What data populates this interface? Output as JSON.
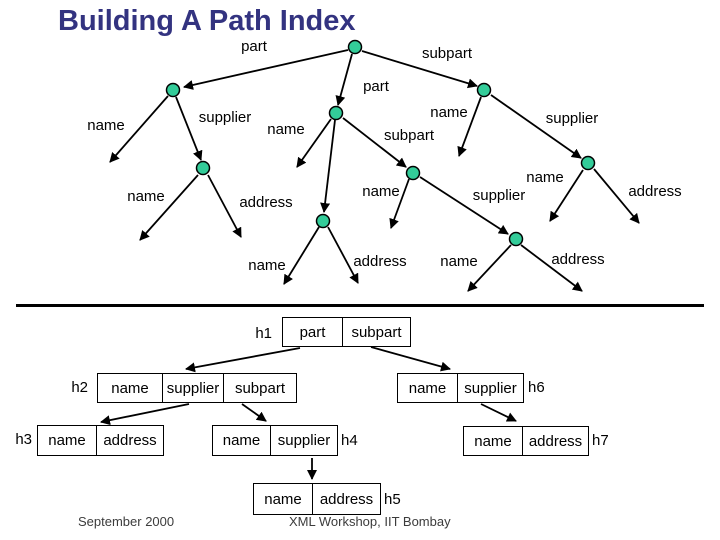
{
  "slide": {
    "title": "Building A Path Index"
  },
  "colors": {
    "title": "#333380",
    "node_fill": "#33cc99",
    "edge": "#000000"
  },
  "tree": {
    "description": "XML data tree with labeled edges and unlabeled leaf arrows",
    "edges": [
      {
        "label": "part"
      },
      {
        "label": "subpart"
      },
      {
        "label": "part"
      },
      {
        "label": "name"
      },
      {
        "label": "supplier"
      },
      {
        "label": "name"
      },
      {
        "label": "supplier"
      },
      {
        "label": "name"
      },
      {
        "label": "subpart"
      },
      {
        "label": "name"
      },
      {
        "label": "address"
      },
      {
        "label": "name"
      },
      {
        "label": "supplier"
      },
      {
        "label": "name"
      },
      {
        "label": "address"
      },
      {
        "label": "name"
      },
      {
        "label": "address"
      },
      {
        "label": "name"
      },
      {
        "label": "address"
      }
    ]
  },
  "index": {
    "boxes": [
      {
        "id": "h1",
        "cells": [
          "part",
          "subpart"
        ]
      },
      {
        "id": "h2",
        "cells": [
          "name",
          "supplier",
          "subpart"
        ]
      },
      {
        "id": "h3",
        "cells": [
          "name",
          "address"
        ]
      },
      {
        "id": "h4",
        "cells": [
          "name",
          "supplier"
        ]
      },
      {
        "id": "h5",
        "cells": [
          "name",
          "address"
        ]
      },
      {
        "id": "h6",
        "cells": [
          "name",
          "supplier"
        ]
      },
      {
        "id": "h7",
        "cells": [
          "name",
          "address"
        ]
      }
    ]
  },
  "footer": {
    "date": "September 2000",
    "venue": "XML Workshop, IIT Bombay"
  }
}
